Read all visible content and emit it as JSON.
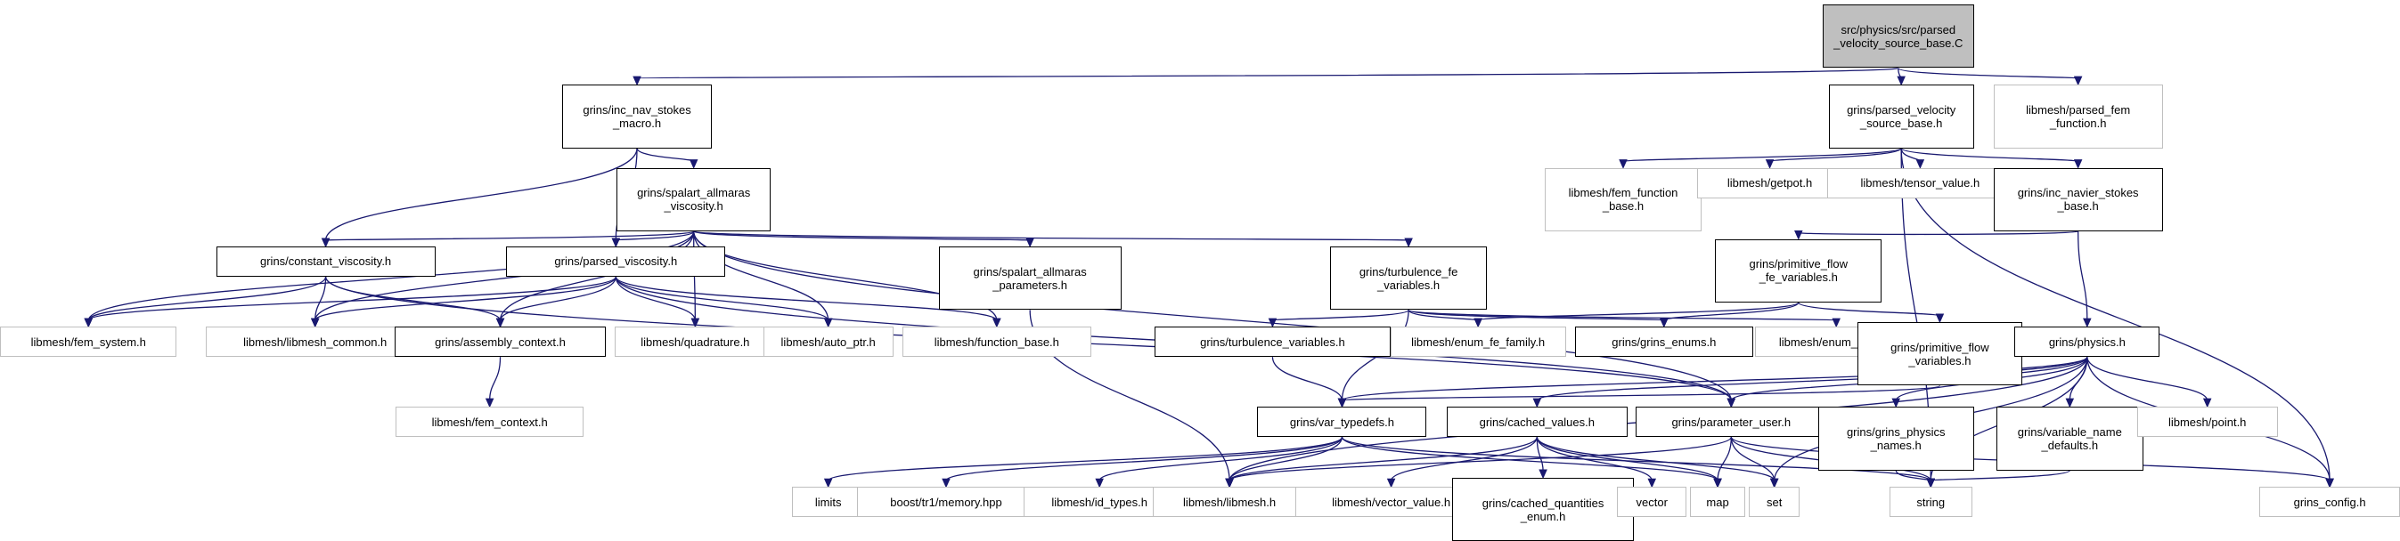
{
  "colors": {
    "edge": "#191970",
    "root_fill": "#bfbfbf",
    "node_border": "#000000",
    "external_border": "#bfbfbf",
    "background": "#ffffff"
  },
  "nodes": [
    {
      "id": "root",
      "label": "src/physics/src/parsed\n_velocity_source_base.C",
      "kind": "root"
    },
    {
      "id": "ins_macro",
      "label": "grins/inc_nav_stokes\n_macro.h",
      "kind": "doc"
    },
    {
      "id": "pvsb",
      "label": "grins/parsed_velocity\n_source_base.h",
      "kind": "doc"
    },
    {
      "id": "pfem",
      "label": "libmesh/parsed_fem\n_function.h",
      "kind": "ext"
    },
    {
      "id": "sa_visc",
      "label": "grins/spalart_allmaras\n_viscosity.h",
      "kind": "doc"
    },
    {
      "id": "fem_fn_base",
      "label": "libmesh/fem_function\n_base.h",
      "kind": "ext"
    },
    {
      "id": "getpot",
      "label": "libmesh/getpot.h",
      "kind": "ext"
    },
    {
      "id": "tensor",
      "label": "libmesh/tensor_value.h",
      "kind": "ext"
    },
    {
      "id": "inc_ns_base",
      "label": "grins/inc_navier_stokes\n_base.h",
      "kind": "doc"
    },
    {
      "id": "const_visc",
      "label": "grins/constant_viscosity.h",
      "kind": "doc"
    },
    {
      "id": "parsed_visc",
      "label": "grins/parsed_viscosity.h",
      "kind": "doc"
    },
    {
      "id": "sa_params",
      "label": "grins/spalart_allmaras\n_parameters.h",
      "kind": "doc"
    },
    {
      "id": "turb_fe",
      "label": "grins/turbulence_fe\n_variables.h",
      "kind": "doc"
    },
    {
      "id": "prim_fe",
      "label": "grins/primitive_flow\n_fe_variables.h",
      "kind": "doc"
    },
    {
      "id": "fem_system",
      "label": "libmesh/fem_system.h",
      "kind": "ext"
    },
    {
      "id": "lm_common",
      "label": "libmesh/libmesh_common.h",
      "kind": "ext"
    },
    {
      "id": "asm_ctx",
      "label": "grins/assembly_context.h",
      "kind": "doc"
    },
    {
      "id": "quadrature",
      "label": "libmesh/quadrature.h",
      "kind": "ext"
    },
    {
      "id": "auto_ptr",
      "label": "libmesh/auto_ptr.h",
      "kind": "ext"
    },
    {
      "id": "fn_base",
      "label": "libmesh/function_base.h",
      "kind": "ext"
    },
    {
      "id": "turb_vars",
      "label": "grins/turbulence_variables.h",
      "kind": "doc"
    },
    {
      "id": "enum_fe",
      "label": "libmesh/enum_fe_family.h",
      "kind": "ext"
    },
    {
      "id": "grins_enums",
      "label": "grins/grins_enums.h",
      "kind": "doc"
    },
    {
      "id": "enum_order",
      "label": "libmesh/enum_order.h",
      "kind": "ext"
    },
    {
      "id": "prim_vars",
      "label": "grins/primitive_flow\n_variables.h",
      "kind": "doc"
    },
    {
      "id": "physics",
      "label": "grins/physics.h",
      "kind": "doc"
    },
    {
      "id": "fem_ctx",
      "label": "libmesh/fem_context.h",
      "kind": "ext"
    },
    {
      "id": "var_td",
      "label": "grins/var_typedefs.h",
      "kind": "doc"
    },
    {
      "id": "cached_vals",
      "label": "grins/cached_values.h",
      "kind": "doc"
    },
    {
      "id": "param_user",
      "label": "grins/parameter_user.h",
      "kind": "doc"
    },
    {
      "id": "phys_names",
      "label": "grins/grins_physics\n_names.h",
      "kind": "doc"
    },
    {
      "id": "var_defaults",
      "label": "grins/variable_name\n_defaults.h",
      "kind": "doc"
    },
    {
      "id": "point",
      "label": "libmesh/point.h",
      "kind": "ext"
    },
    {
      "id": "limits",
      "label": "limits",
      "kind": "ext"
    },
    {
      "id": "tr1mem",
      "label": "boost/tr1/memory.hpp",
      "kind": "ext"
    },
    {
      "id": "id_types",
      "label": "libmesh/id_types.h",
      "kind": "ext"
    },
    {
      "id": "libmesh",
      "label": "libmesh/libmesh.h",
      "kind": "ext"
    },
    {
      "id": "vec_value",
      "label": "libmesh/vector_value.h",
      "kind": "ext"
    },
    {
      "id": "cq_enum",
      "label": "grins/cached_quantities\n_enum.h",
      "kind": "doc"
    },
    {
      "id": "vector",
      "label": "vector",
      "kind": "ext"
    },
    {
      "id": "map",
      "label": "map",
      "kind": "ext"
    },
    {
      "id": "set",
      "label": "set",
      "kind": "ext"
    },
    {
      "id": "string",
      "label": "string",
      "kind": "ext"
    },
    {
      "id": "grins_config",
      "label": "grins_config.h",
      "kind": "ext"
    }
  ],
  "edges": [
    [
      "root",
      "ins_macro"
    ],
    [
      "root",
      "pvsb"
    ],
    [
      "root",
      "pfem"
    ],
    [
      "ins_macro",
      "sa_visc"
    ],
    [
      "ins_macro",
      "const_visc"
    ],
    [
      "ins_macro",
      "parsed_visc"
    ],
    [
      "pvsb",
      "fem_fn_base"
    ],
    [
      "pvsb",
      "getpot"
    ],
    [
      "pvsb",
      "tensor"
    ],
    [
      "pvsb",
      "inc_ns_base"
    ],
    [
      "pvsb",
      "string"
    ],
    [
      "pvsb",
      "grins_config"
    ],
    [
      "sa_visc",
      "const_visc"
    ],
    [
      "sa_visc",
      "parsed_visc"
    ],
    [
      "sa_visc",
      "sa_params"
    ],
    [
      "sa_visc",
      "turb_fe"
    ],
    [
      "sa_visc",
      "fem_system"
    ],
    [
      "sa_visc",
      "lm_common"
    ],
    [
      "sa_visc",
      "asm_ctx"
    ],
    [
      "sa_visc",
      "quadrature"
    ],
    [
      "sa_visc",
      "auto_ptr"
    ],
    [
      "sa_visc",
      "fn_base"
    ],
    [
      "sa_visc",
      "param_user"
    ],
    [
      "const_visc",
      "fem_system"
    ],
    [
      "const_visc",
      "lm_common"
    ],
    [
      "const_visc",
      "asm_ctx"
    ],
    [
      "const_visc",
      "param_user"
    ],
    [
      "parsed_visc",
      "fem_system"
    ],
    [
      "parsed_visc",
      "lm_common"
    ],
    [
      "parsed_visc",
      "asm_ctx"
    ],
    [
      "parsed_visc",
      "quadrature"
    ],
    [
      "parsed_visc",
      "auto_ptr"
    ],
    [
      "parsed_visc",
      "fn_base"
    ],
    [
      "parsed_visc",
      "param_user"
    ],
    [
      "asm_ctx",
      "fem_ctx"
    ],
    [
      "sa_params",
      "libmesh"
    ],
    [
      "inc_ns_base",
      "prim_fe"
    ],
    [
      "inc_ns_base",
      "physics"
    ],
    [
      "prim_fe",
      "enum_fe"
    ],
    [
      "prim_fe",
      "grins_enums"
    ],
    [
      "prim_fe",
      "prim_vars"
    ],
    [
      "turb_fe",
      "turb_vars"
    ],
    [
      "turb_fe",
      "var_td"
    ],
    [
      "turb_fe",
      "enum_fe"
    ],
    [
      "turb_fe",
      "grins_enums"
    ],
    [
      "turb_fe",
      "enum_order"
    ],
    [
      "turb_vars",
      "var_td"
    ],
    [
      "prim_vars",
      "var_td"
    ],
    [
      "physics",
      "var_td"
    ],
    [
      "physics",
      "cached_vals"
    ],
    [
      "physics",
      "param_user"
    ],
    [
      "physics",
      "phys_names"
    ],
    [
      "physics",
      "var_defaults"
    ],
    [
      "physics",
      "point"
    ],
    [
      "physics",
      "libmesh"
    ],
    [
      "physics",
      "set"
    ],
    [
      "physics",
      "string"
    ],
    [
      "physics",
      "grins_config"
    ],
    [
      "var_td",
      "limits"
    ],
    [
      "var_td",
      "tr1mem"
    ],
    [
      "var_td",
      "id_types"
    ],
    [
      "var_td",
      "libmesh"
    ],
    [
      "var_td",
      "map"
    ],
    [
      "var_td",
      "string"
    ],
    [
      "cached_vals",
      "libmesh"
    ],
    [
      "cached_vals",
      "vec_value"
    ],
    [
      "cached_vals",
      "cq_enum"
    ],
    [
      "cached_vals",
      "vector"
    ],
    [
      "cached_vals",
      "map"
    ],
    [
      "cached_vals",
      "set"
    ],
    [
      "param_user",
      "libmesh"
    ],
    [
      "param_user",
      "map"
    ],
    [
      "param_user",
      "set"
    ],
    [
      "param_user",
      "string"
    ],
    [
      "param_user",
      "grins_config"
    ],
    [
      "phys_names",
      "string"
    ],
    [
      "var_defaults",
      "string"
    ]
  ]
}
